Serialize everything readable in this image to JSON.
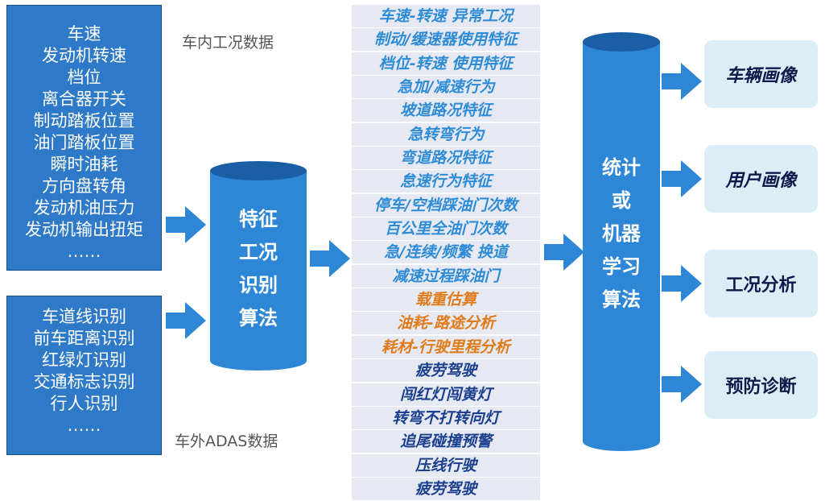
{
  "in_vehicle": {
    "label": "车内工况数据",
    "items": [
      "车速",
      "发动机转速",
      "档位",
      "离合器开关",
      "制动踏板位置",
      "油门踏板位置",
      "瞬时油耗",
      "方向盘转角",
      "发动机油压力",
      "发动机输出扭矩",
      "……"
    ]
  },
  "external": {
    "label": "车外ADAS数据",
    "items": [
      "车道线识别",
      "前车距离识别",
      "红绿灯识别",
      "交通标志识别",
      "行人识别",
      "……"
    ]
  },
  "feature_algo": {
    "lines": [
      "特征",
      "工况",
      "识别",
      "算法"
    ]
  },
  "features": [
    {
      "text": "车速-转速 异常工况",
      "color": "blue"
    },
    {
      "text": "制动/缓速器使用特征",
      "color": "blue"
    },
    {
      "text": "档位-转速 使用特征",
      "color": "blue"
    },
    {
      "text": "急加/减速行为",
      "color": "blue"
    },
    {
      "text": "坡道路况特征",
      "color": "blue"
    },
    {
      "text": "急转弯行为",
      "color": "blue"
    },
    {
      "text": "弯道路况特征",
      "color": "blue"
    },
    {
      "text": "怠速行为特征",
      "color": "blue"
    },
    {
      "text": "停车/空档踩油门次数",
      "color": "blue"
    },
    {
      "text": "百公里全油门次数",
      "color": "blue"
    },
    {
      "text": "急/连续/频繁 换道",
      "color": "blue"
    },
    {
      "text": "减速过程踩油门",
      "color": "blue"
    },
    {
      "text": "载重估算",
      "color": "orange"
    },
    {
      "text": "油耗-路途分析",
      "color": "orange"
    },
    {
      "text": "耗材-行驶里程分析",
      "color": "orange"
    },
    {
      "text": "疲劳驾驶",
      "color": "navy"
    },
    {
      "text": "闯红灯闯黄灯",
      "color": "navy"
    },
    {
      "text": "转弯不打转向灯",
      "color": "navy"
    },
    {
      "text": "追尾碰撞预警",
      "color": "navy"
    },
    {
      "text": "压线行驶",
      "color": "navy"
    },
    {
      "text": "疲劳驾驶",
      "color": "navy"
    }
  ],
  "ml_algo": {
    "lines": [
      "统计",
      "或",
      "机器",
      "学习",
      "算法"
    ]
  },
  "outputs": [
    "车辆画像",
    "用户画像",
    "工况分析",
    "预防诊断"
  ],
  "colors": {
    "box_blue": "#2e79c8",
    "feature_blue": "#2e8bd6",
    "feature_orange": "#e07b1a",
    "feature_navy": "#1b3f8f",
    "output_bg": "#dbedf5"
  }
}
